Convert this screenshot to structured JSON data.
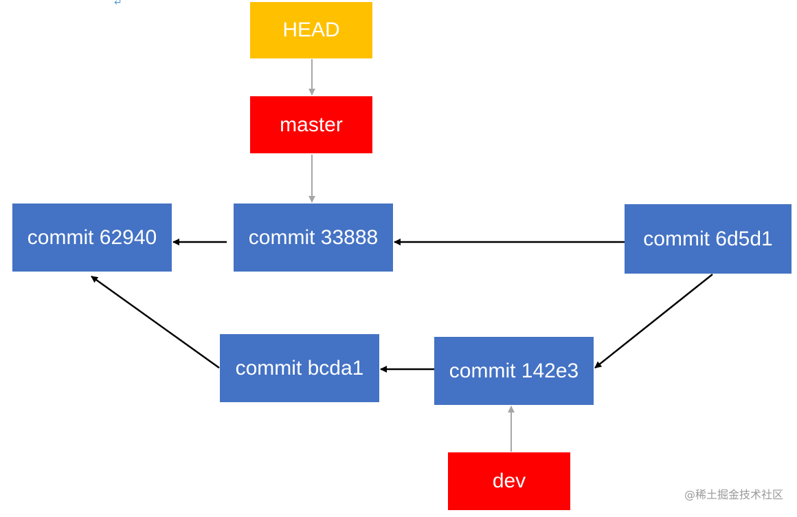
{
  "nodes": {
    "head": "HEAD",
    "master": "master",
    "commit_62940": "commit 62940",
    "commit_33888": "commit 33888",
    "commit_6d5d1": "commit 6d5d1",
    "commit_bcda1": "commit bcda1",
    "commit_142e3": "commit 142e3",
    "dev": "dev"
  },
  "edges": [
    {
      "from": "HEAD",
      "to": "master"
    },
    {
      "from": "master",
      "to": "commit 33888"
    },
    {
      "from": "commit 33888",
      "to": "commit 62940"
    },
    {
      "from": "commit 6d5d1",
      "to": "commit 33888"
    },
    {
      "from": "commit 6d5d1",
      "to": "commit 142e3"
    },
    {
      "from": "commit 142e3",
      "to": "commit bcda1"
    },
    {
      "from": "commit bcda1",
      "to": "commit 62940"
    },
    {
      "from": "dev",
      "to": "commit 142e3"
    }
  ],
  "colors": {
    "head": "#ffc000",
    "branch": "#ff0000",
    "commit": "#4472c4",
    "ref_arrow": "#a6a6a6",
    "parent_arrow": "#000000"
  },
  "return_mark": "↵",
  "watermark": "@稀土掘金技术社区"
}
